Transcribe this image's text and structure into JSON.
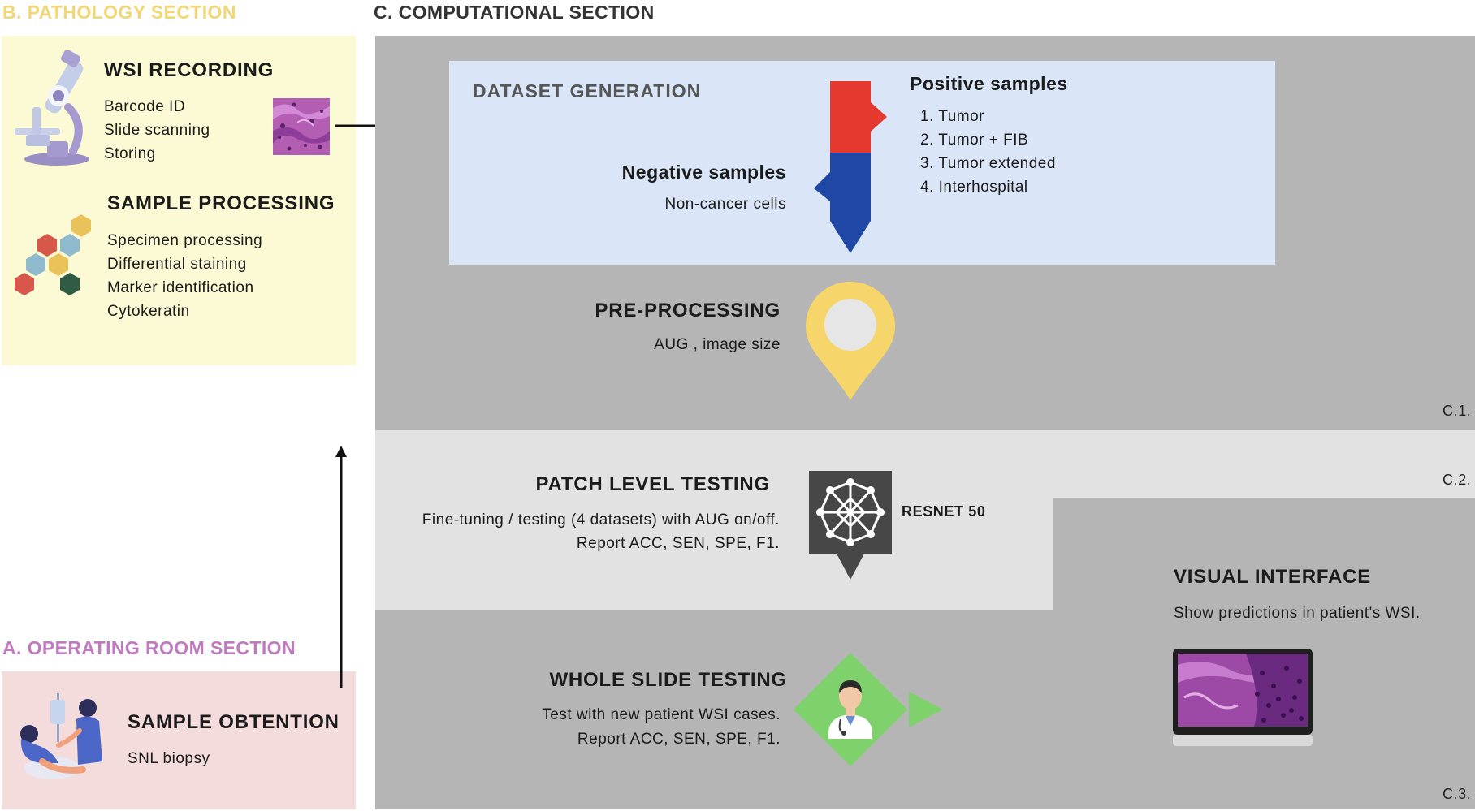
{
  "sections": {
    "pathology": {
      "title": "B. PATHOLOGY  SECTION",
      "color": "#f3d675"
    },
    "computational": {
      "title": "C. COMPUTATIONAL SECTION",
      "color": "#333333"
    },
    "operating_room": {
      "title": "A. OPERATING ROOM SECTION",
      "color": "#c07ac0"
    }
  },
  "wsi_recording": {
    "title": "WSI RECORDING",
    "items": [
      "Barcode ID",
      "Slide scanning",
      "Storing"
    ]
  },
  "sample_processing": {
    "title": "SAMPLE PROCESSING",
    "items": [
      "Specimen processing",
      "Differential staining",
      "Marker identification",
      "Cytokeratin"
    ]
  },
  "sample_obtention": {
    "title": "SAMPLE OBTENTION",
    "items": [
      "SNL biopsy"
    ]
  },
  "dataset_generation": {
    "title": "DATASET GENERATION",
    "positive_title": "Positive samples",
    "positive_items": [
      "1.",
      "Tumor",
      "2.",
      "Tumor + FIB",
      "3.",
      "Tumor extended",
      "4.",
      "Interhospital"
    ],
    "positive_list": [
      {
        "num": "1.",
        "label": "Tumor"
      },
      {
        "num": "2.",
        "label": "Tumor + FIB"
      },
      {
        "num": "3.",
        "label": "Tumor extended"
      },
      {
        "num": "4.",
        "label": "Interhospital"
      }
    ],
    "negative_title": "Negative samples",
    "negative_desc": "Non-cancer cells"
  },
  "pre_processing": {
    "title": "PRE-PROCESSING",
    "desc": "AUG , image size"
  },
  "patch_level_testing": {
    "title": "PATCH LEVEL TESTING",
    "lines": [
      "Fine-tuning / testing (4 datasets) with AUG on/off.",
      "Report ACC, SEN, SPE, F1."
    ],
    "model": "RESNET 50"
  },
  "whole_slide_testing": {
    "title": "WHOLE SLIDE TESTING",
    "lines": [
      "Test with new patient WSI cases.",
      "Report ACC, SEN, SPE, F1."
    ]
  },
  "visual_interface": {
    "title": "VISUAL INTERFACE",
    "desc": "Show predictions in patient's WSI."
  },
  "stage_labels": {
    "c1": "C.1.",
    "c2": "C.2.",
    "c3": "C.3."
  },
  "colors": {
    "pathology_bg": "#fcfad4",
    "operating_bg": "#f4dcdd",
    "computational_dark": "#b5b5b5",
    "computational_light": "#e2e2e2",
    "dataset_bg": "#dae6f8",
    "positive_red": "#e5382f",
    "negative_blue": "#1f47a6",
    "pin_yellow": "#f6d66b",
    "nn_box": "#474747",
    "doctor_green": "#7ed16b"
  },
  "icons": [
    "microscope-icon",
    "hexagon-cluster-icon",
    "tissue-thumbnail",
    "surgery-icon",
    "neural-network-icon",
    "location-pin-icon",
    "doctor-icon",
    "monitor-icon"
  ]
}
